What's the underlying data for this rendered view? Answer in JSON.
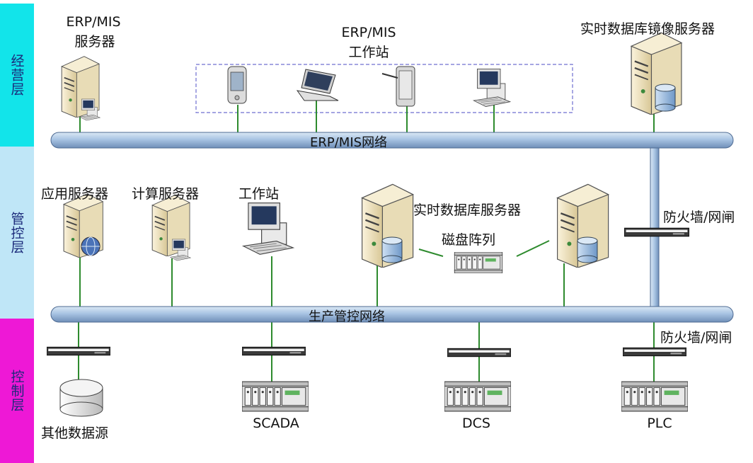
{
  "layers": {
    "management": "经营层",
    "control_mgmt": "管控层",
    "control": "控制层"
  },
  "networks": {
    "erp": "ERP/MIS网络",
    "production": "生产管控网络"
  },
  "nodes": {
    "erp_server": {
      "line1": "ERP/MIS",
      "line2": "服务器"
    },
    "erp_workstation": {
      "line1": "ERP/MIS",
      "line2": "工作站"
    },
    "mirror_server": "实时数据库镜像服务器",
    "app_server": "应用服务器",
    "compute_server": "计算服务器",
    "workstation": "工作站",
    "rtdb_server": "实时数据库服务器",
    "disk_array": "磁盘阵列",
    "firewall_upper": "防火墙/网闸",
    "firewall_lower": "防火墙/网闸",
    "other_source": "其他数据源",
    "scada": "SCADA",
    "dcs": "DCS",
    "plc": "PLC"
  },
  "colors": {
    "bus": "#a9c4e3",
    "link": "#2e8b2e",
    "dashed_box": "#6f6fd0"
  }
}
